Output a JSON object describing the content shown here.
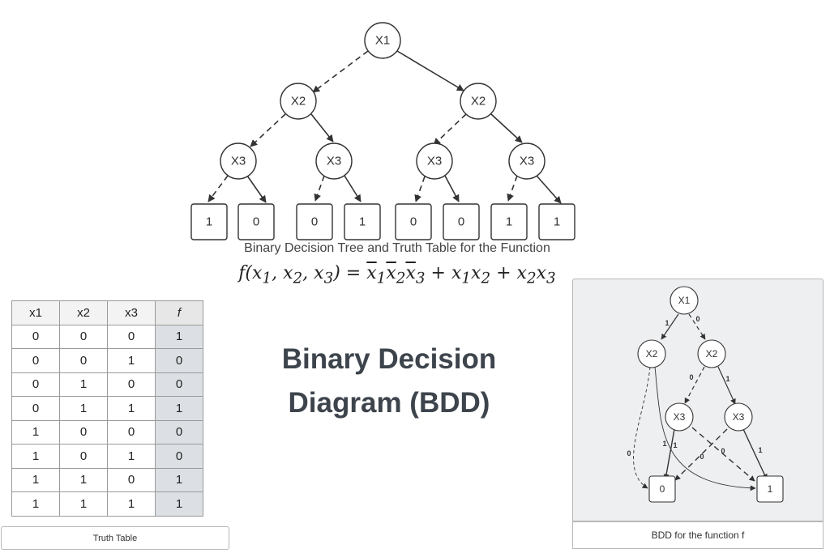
{
  "tree": {
    "root": "X1",
    "level2": [
      "X2",
      "X2"
    ],
    "level3": [
      "X3",
      "X3",
      "X3",
      "X3"
    ],
    "leaves": [
      "1",
      "0",
      "0",
      "1",
      "0",
      "0",
      "1",
      "1"
    ],
    "caption": "Binary Decision Tree and Truth Table for the Function"
  },
  "formula": {
    "lhs": "f(x",
    "lhs_s1": "1",
    "lhs_m1": ", x",
    "lhs_s2": "2",
    "lhs_m2": ", x",
    "lhs_s3": "3",
    "lhs_end": ") = ",
    "t1a": "x",
    "t1a_s": "1",
    "t1b": "x",
    "t1b_s": "2",
    "t1c": "x",
    "t1c_s": "3",
    "plus1": " + x",
    "t2a_s": "1",
    "t2b": "x",
    "t2b_s": "2",
    "plus2": " + x",
    "t3a_s": "2",
    "t3b": "x",
    "t3b_s": "3"
  },
  "title": {
    "line1": "Binary Decision",
    "line2": "Diagram (BDD)"
  },
  "truth_table": {
    "headers": [
      "x1",
      "x2",
      "x3",
      "f"
    ],
    "rows": [
      [
        "0",
        "0",
        "0",
        "1"
      ],
      [
        "0",
        "0",
        "1",
        "0"
      ],
      [
        "0",
        "1",
        "0",
        "0"
      ],
      [
        "0",
        "1",
        "1",
        "1"
      ],
      [
        "1",
        "0",
        "0",
        "0"
      ],
      [
        "1",
        "0",
        "1",
        "0"
      ],
      [
        "1",
        "1",
        "0",
        "1"
      ],
      [
        "1",
        "1",
        "1",
        "1"
      ]
    ],
    "caption": "Truth Table"
  },
  "bdd": {
    "nodes": {
      "x1": "X1",
      "x2_left": "X2",
      "x2_right": "X2",
      "x3_left": "X3",
      "x3_right": "X3",
      "term0": "0",
      "term1": "1"
    },
    "edge_labels": {
      "x1_to_left": "1",
      "x1_to_right": "0",
      "right_x2_to_x3l": "0",
      "right_x2_to_x3r": "1",
      "left_x2_to_0": "0",
      "left_x2_to_1": "1",
      "x3l_to_0": "1",
      "x3l_to_1": "0",
      "x3r_to_0": "0",
      "x3r_to_1": "1"
    },
    "caption": "BDD for the function f"
  },
  "colors": {
    "title": "#3d444c",
    "panel_bg": "#eeeff0",
    "f_column": "#dcdfe3",
    "stroke": "#333333"
  }
}
